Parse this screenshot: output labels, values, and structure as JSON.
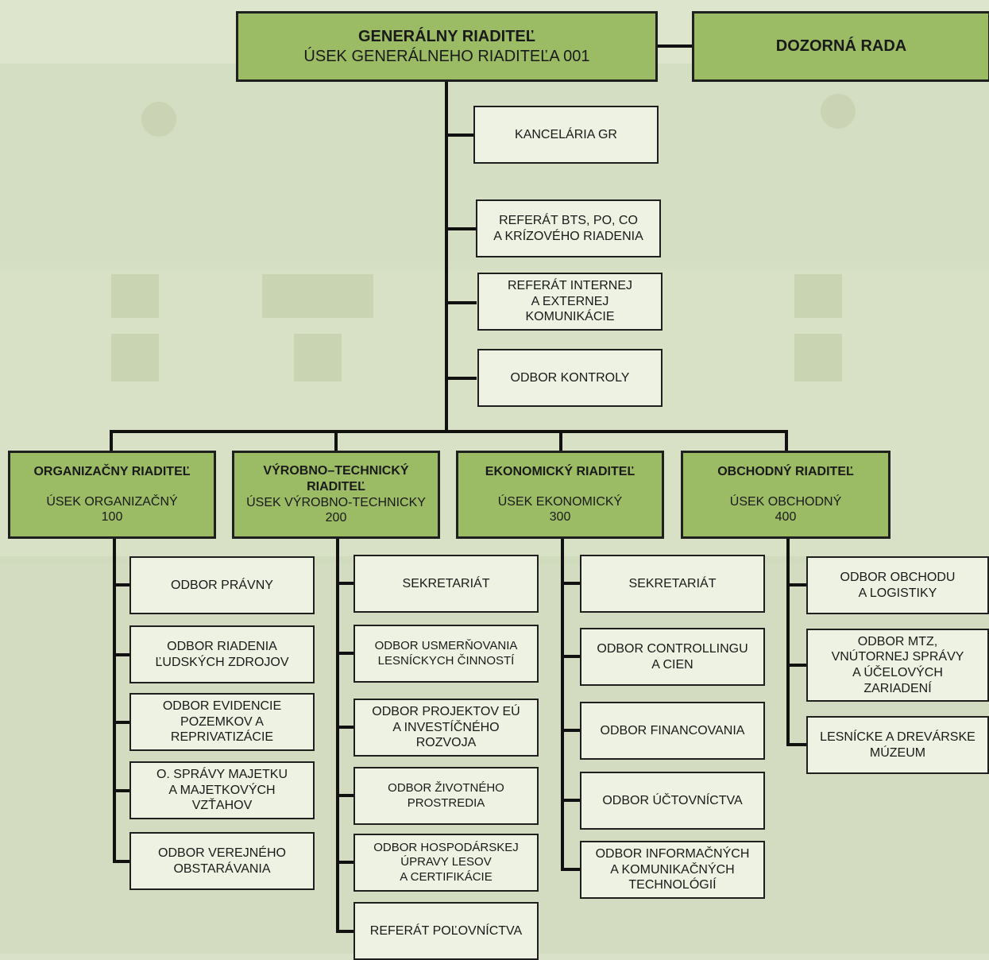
{
  "colors": {
    "head_fill": "#9bbb65",
    "box_fill": "#eef2e2",
    "line": "#111111",
    "background": "#d9e2c8"
  },
  "top": {
    "director": {
      "title": "GENERÁLNY RIADITEĽ",
      "subtitle": "ÚSEK GENERÁLNEHO RIADITEĽA 001"
    },
    "board": {
      "title": "DOZORNÁ RADA"
    }
  },
  "staff_units": [
    "KANCELÁRIA GR",
    "REFERÁT BTS, PO, CO\nA KRÍZOVÉHO RIADENIA",
    "REFERÁT INTERNEJ\nA EXTERNEJ\nKOMUNIKÁCIE",
    "ODBOR KONTROLY"
  ],
  "divisions": [
    {
      "title": "ORGANIZAČNY RIADITEĽ",
      "unit": "ÚSEK ORGANIZAČNÝ\n100",
      "departments": [
        "ODBOR PRÁVNY",
        "ODBOR RIADENIA\nĽUDSKÝCH ZDROJOV",
        "ODBOR EVIDENCIE\nPOZEMKOV A\nREPRIVATIZÁCIE",
        "O. SPRÁVY MAJETKU\nA MAJETKOVÝCH\nVZŤAHOV",
        "ODBOR VEREJNÉHO\nOBSTARÁVANIA"
      ]
    },
    {
      "title": "VÝROBNO–TECHNICKÝ\nRIADITEĽ",
      "unit": "ÚSEK VÝROBNO-TECHNICKY\n200",
      "departments": [
        "SEKRETARIÁT",
        "ODBOR USMERŇOVANIA\nLESNÍCKYCH ČINNOSTÍ",
        "ODBOR PROJEKTOV EÚ\nA INVESTÍČNÉHO\nROZVOJA",
        "ODBOR ŽIVOTNÉHO\nPROSTREDIA",
        "ODBOR HOSPODÁRSKEJ\nÚPRAVY LESOV\nA CERTIFIKÁCIE",
        "REFERÁT POĽOVNÍCTVA"
      ]
    },
    {
      "title": "EKONOMICKÝ RIADITEĽ",
      "unit": "ÚSEK EKONOMICKÝ\n300",
      "departments": [
        "SEKRETARIÁT",
        "ODBOR CONTROLLINGU\nA CIEN",
        "ODBOR FINANCOVANIA",
        "ODBOR ÚČTOVNÍCTVA",
        "ODBOR INFORMAČNÝCH\nA KOMUNIKAČNÝCH\nTECHNOLÓGIÍ"
      ]
    },
    {
      "title": "OBCHODNÝ RIADITEĽ",
      "unit": "ÚSEK OBCHODNÝ\n400",
      "departments": [
        "ODBOR OBCHODU\nA LOGISTIKY",
        "ODBOR MTZ,\nVNÚTORNEJ SPRÁVY\nA ÚČELOVÝCH\nZARIADENÍ",
        "LESNÍCKE A DREVÁRSKE\nMÚZEUM"
      ]
    }
  ]
}
